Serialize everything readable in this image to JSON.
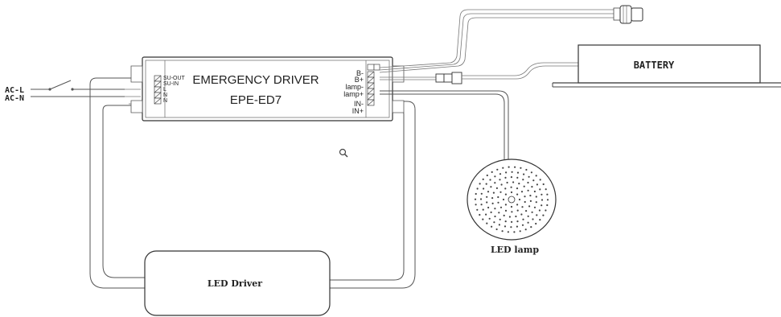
{
  "ac_labels": {
    "line": "AC-L",
    "neutral": "AC-N"
  },
  "emergency_driver": {
    "title": "EMERGENCY DRIVER",
    "model": "EPE-ED7",
    "left_terminals": [
      "SU-OUT",
      "SU-IN",
      "L",
      "N",
      "N"
    ],
    "right_terminals": [
      "B-",
      "B+",
      "lamp-",
      "lamp+",
      "IN-",
      "IN+"
    ]
  },
  "battery": {
    "label": "BATTERY"
  },
  "led_lamp": {
    "label": "LED lamp"
  },
  "led_driver": {
    "label": "LED Driver"
  },
  "icons": {
    "zoom": "magnifier-icon",
    "test_switch": "test-switch-icon"
  }
}
